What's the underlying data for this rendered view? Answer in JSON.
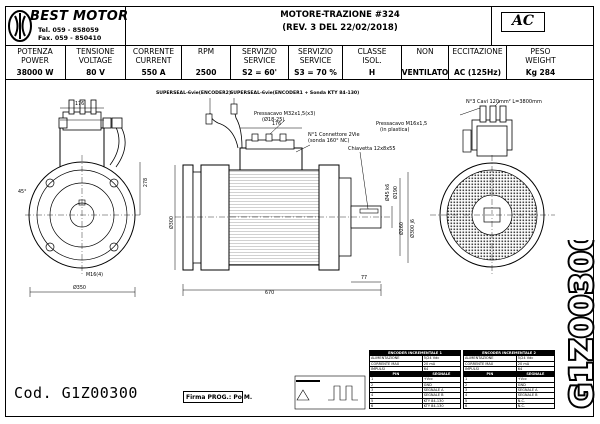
{
  "header": {
    "brand": "BEST MOTOR",
    "tel": "Tel. 059 - 858059",
    "fax": "Fax. 059 - 850410",
    "model": "MOTORE-TRAZIONE #324",
    "revision": "(REV. 3 DEL 22/02/2018)",
    "type_badge": "AC"
  },
  "specs": [
    {
      "label": "POTENZA\nPOWER",
      "value": "38000 W"
    },
    {
      "label": "TENSIONE\nVOLTAGE",
      "value": "80 V"
    },
    {
      "label": "CORRENTE\nCURRENT",
      "value": "550 A"
    },
    {
      "label": "RPM",
      "value": "2500"
    },
    {
      "label": "SERVIZIO\nSERVICE",
      "value": "S2 = 60'"
    },
    {
      "label": "SERVIZIO\nSERVICE",
      "value": "S3 = 70 %"
    },
    {
      "label": "CLASSE\nISOL.",
      "value": "H"
    },
    {
      "label": "NON",
      "value": "VENTILATO"
    },
    {
      "label": "ECCITAZIONE",
      "value": "AC (125Hz)"
    },
    {
      "label": "PESO\nWEIGHT",
      "value": "Kg 284"
    }
  ],
  "annotations": {
    "seal_encoder2": "SUPERSEAL-6vie(ENCODER2)",
    "seal_encoder1": "SUPERSEAL-6vie(ENCODER1 + Sonda KTY 84-130)",
    "pressacavo_1": "Pressacavo M32x1,5(x3)",
    "pressacavo_1_range": "(Ø18-25)",
    "connettore": "N°1 Connettore 2Vie",
    "connettore_sub": "(sonda 160° NC)",
    "chiavetta": "Chiavetta 12x8x55",
    "pressacavo_2": "Pressacavo M16x1,5",
    "pressacavo_2_sub": "(in plastica)",
    "cavi": "N°3 Cavi 120mm² L=3800mm"
  },
  "dimensions": {
    "d176_left": "176",
    "d176_mid": "176",
    "d278": "278",
    "d45": "45°",
    "m16": "M16(4)",
    "d350": "Ø350",
    "d670": "670",
    "d77": "77",
    "d300": "Ø300",
    "d45k6": "Ø45 k6",
    "d190": "Ø190",
    "d260": "Ø260",
    "d300j6": "Ø300 j6"
  },
  "footer": {
    "code": "Cod. G1Z00300",
    "firma": "Firma PROG.: Po M.",
    "vertical_code": "G1Z00300"
  },
  "encoder_tables": [
    {
      "title": "ENCODER INCREMENTALE 1",
      "rows": [
        [
          "ALIMENTAZIONE",
          "5/24 Vdc"
        ],
        [
          "CORRENTE MAX",
          "20 mA"
        ],
        [
          "IMPULSI",
          "64"
        ],
        [
          "PIN",
          "SEGNALE"
        ],
        [
          "1",
          "+Vcc"
        ],
        [
          "2",
          "GND"
        ],
        [
          "3",
          "SEGNALE A"
        ],
        [
          "4",
          "SEGNALE B"
        ],
        [
          "5",
          "KTY 84-130"
        ],
        [
          "6",
          "KTY 84-130"
        ]
      ]
    },
    {
      "title": "ENCODER INCREMENTALE 2",
      "rows": [
        [
          "ALIMENTAZIONE",
          "5/24 Vdc"
        ],
        [
          "CORRENTE MAX",
          "20 mA"
        ],
        [
          "IMPULSI",
          "64"
        ],
        [
          "PIN",
          "SEGNALE"
        ],
        [
          "1",
          "+Vcc"
        ],
        [
          "2",
          "GND"
        ],
        [
          "3",
          "SEGNALE A"
        ],
        [
          "4",
          "SEGNALE B"
        ],
        [
          "5",
          "N.C."
        ],
        [
          "6",
          "N.C."
        ]
      ]
    }
  ]
}
